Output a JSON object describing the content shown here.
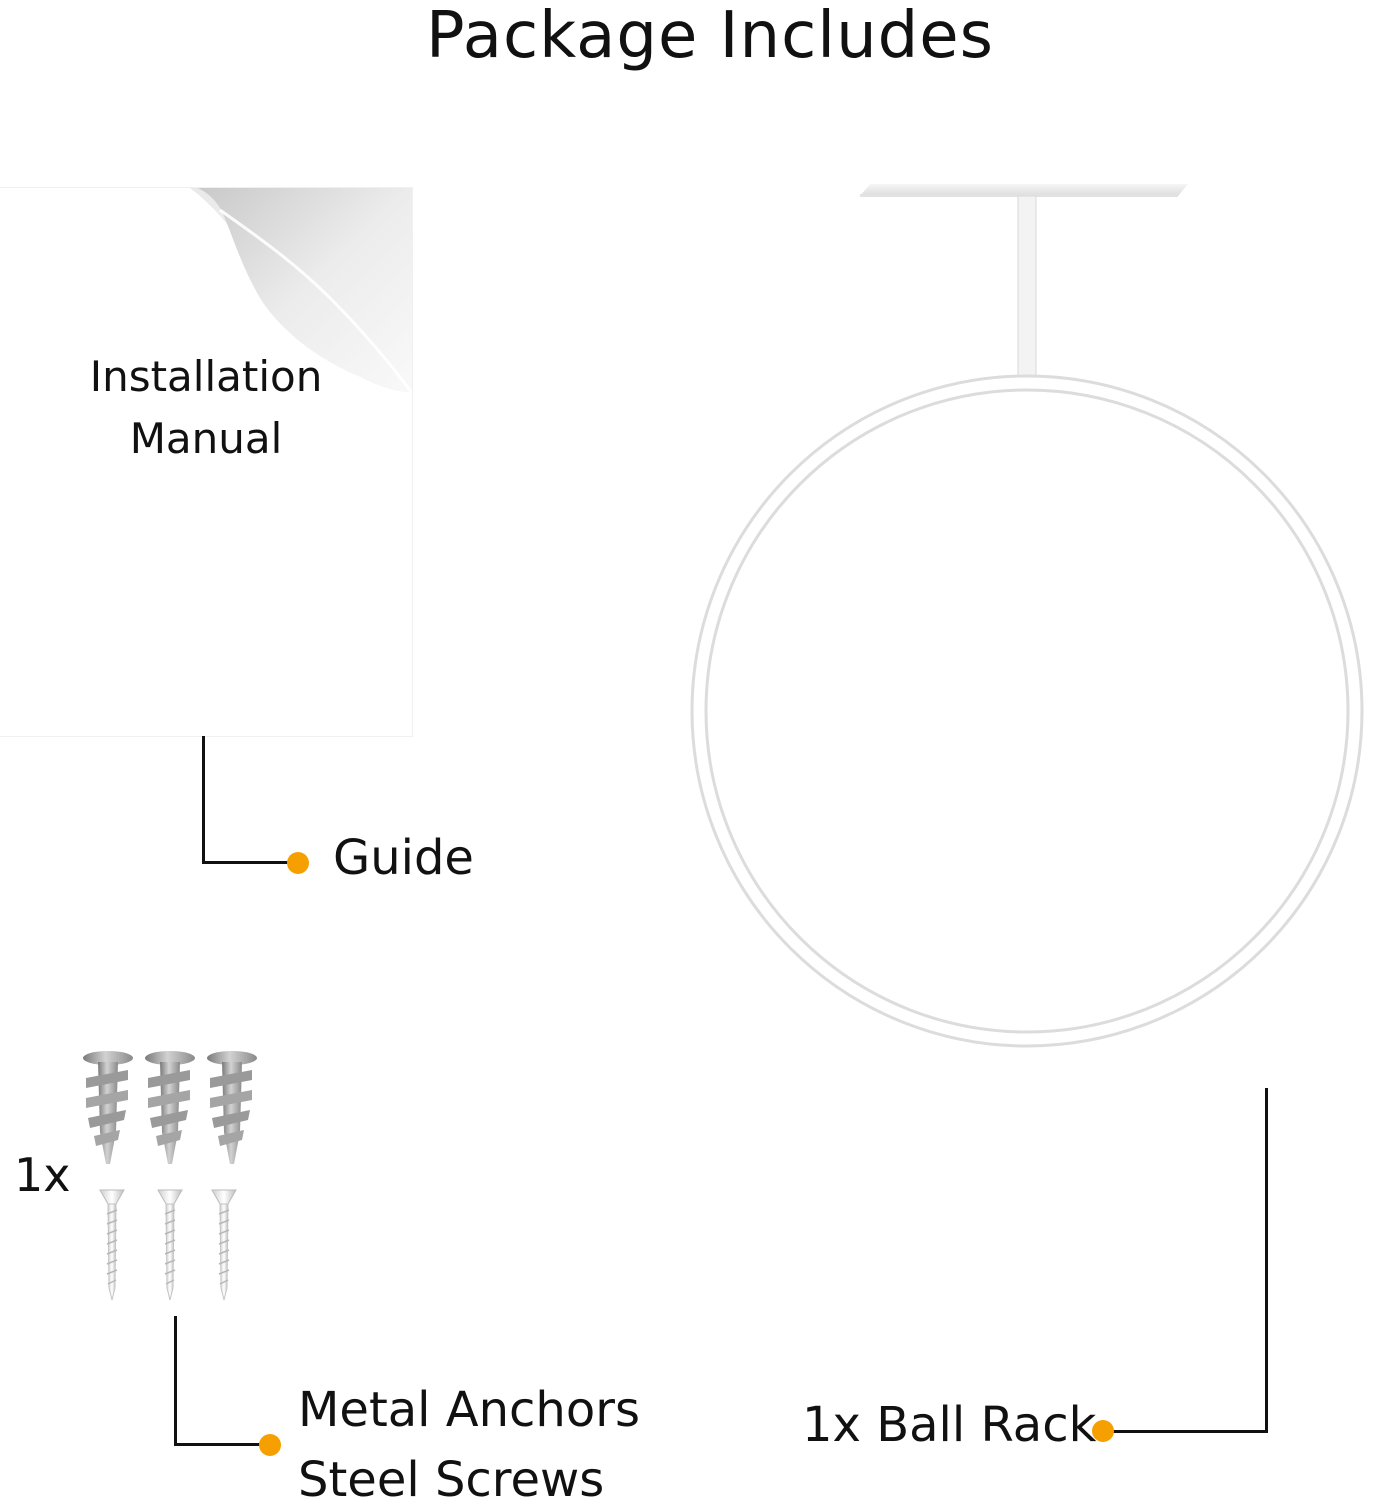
{
  "title": "Package Includes",
  "guide": {
    "manual_line1": "Installation",
    "manual_line2": "Manual",
    "label": "Guide"
  },
  "hardware": {
    "quantity": "1x",
    "line1": "Metal Anchors",
    "line2": "Steel Screws"
  },
  "rack": {
    "label": "1x Ball Rack"
  },
  "colors": {
    "accent": "#f5a000",
    "line": "#111111"
  }
}
